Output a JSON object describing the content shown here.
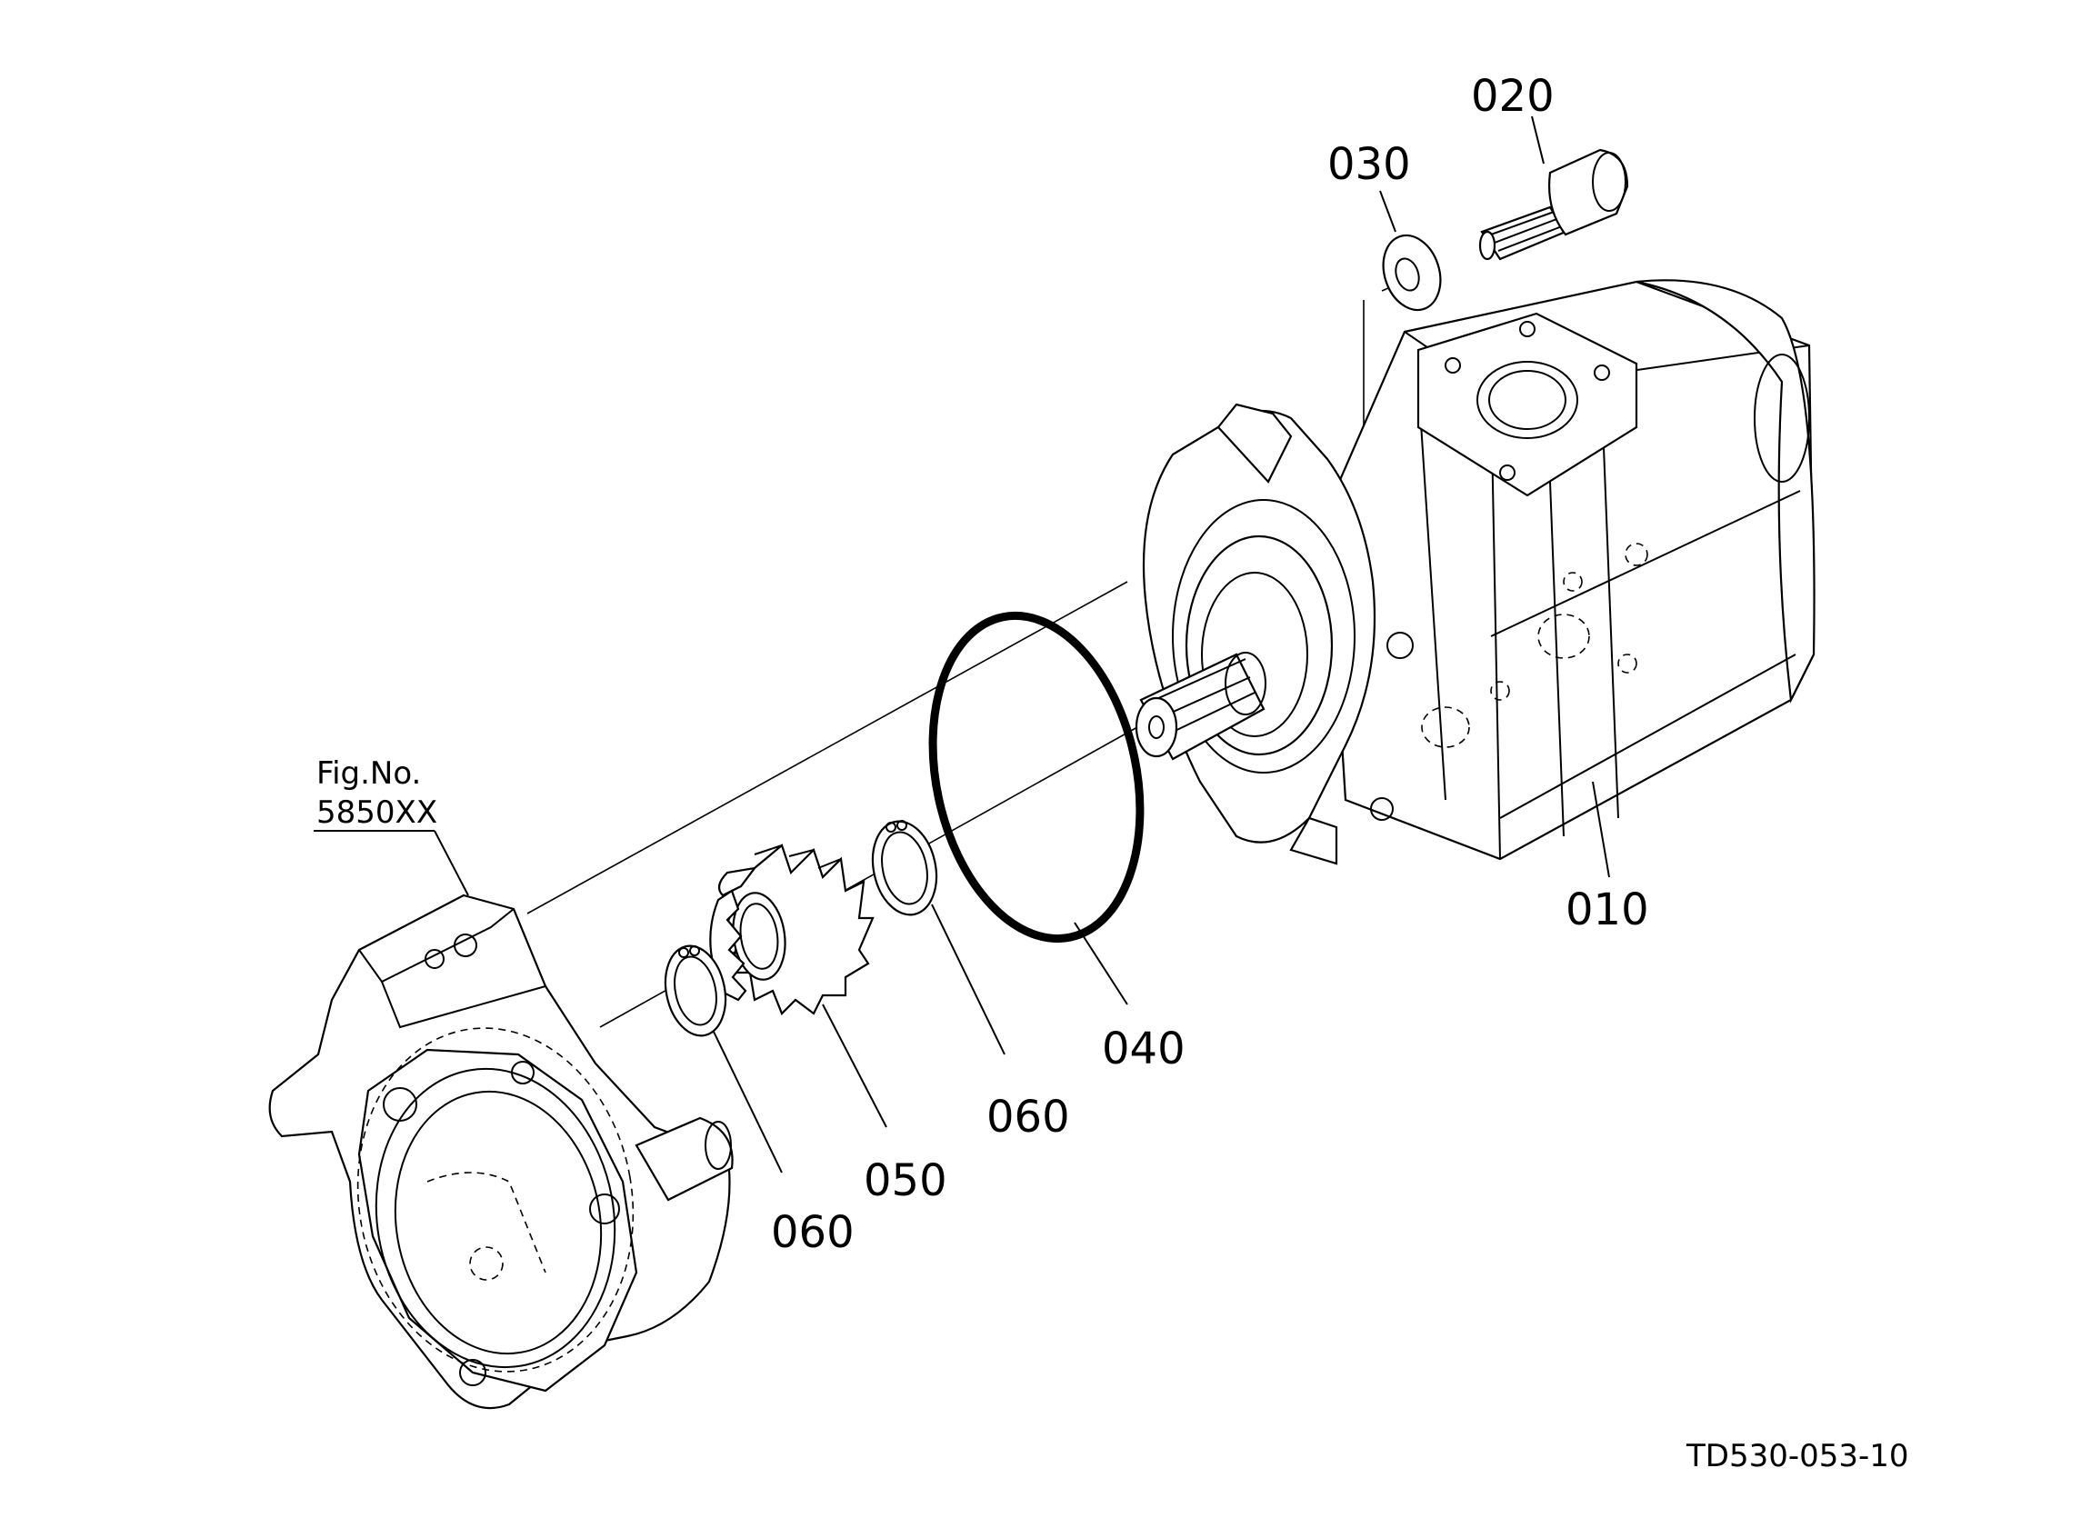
{
  "diagram": {
    "fig_ref": {
      "line1": "Fig.No.",
      "line2": "5850XX"
    },
    "drawing_code": "TD530-053-10",
    "callouts": [
      {
        "id": "010",
        "text": "010"
      },
      {
        "id": "020",
        "text": "020"
      },
      {
        "id": "030",
        "text": "030"
      },
      {
        "id": "040",
        "text": "040"
      },
      {
        "id": "050",
        "text": "050"
      },
      {
        "id": "060a",
        "text": "060"
      },
      {
        "id": "060b",
        "text": "060"
      }
    ]
  }
}
